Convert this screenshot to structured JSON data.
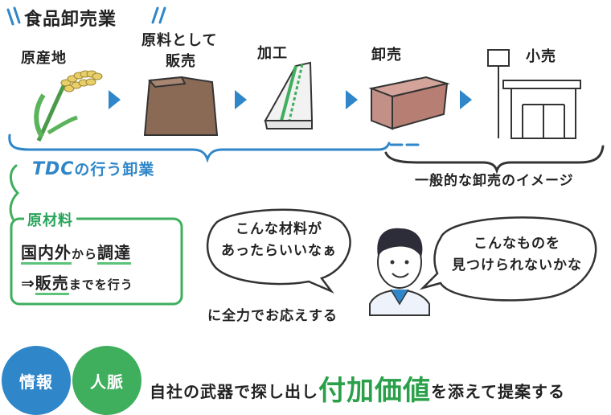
{
  "title": "食品卸売業",
  "stages": [
    {
      "label": "原産地",
      "icon": "rice-plant-icon"
    },
    {
      "label_line1": "原料として",
      "label_line2": "販売",
      "icon": "paper-bag-icon"
    },
    {
      "label": "加工",
      "icon": "sandwich-icon"
    },
    {
      "label": "卸売",
      "icon": "cardboard-box-icon"
    },
    {
      "label": "小売",
      "icon": "store-icon"
    }
  ],
  "general_caption": "一般的な卸売のイメージ",
  "tdc": {
    "brand": "TDC",
    "rest": "の行う卸業",
    "box_heading": "原材料",
    "line1_a": "国内外",
    "line1_b": "から",
    "line1_c": "調達",
    "line2_arrow": "⇒",
    "line2_a": "販売",
    "line2_b": "までを行う"
  },
  "bubble_left": {
    "line1": "こんな材料が",
    "line2": "あったらいいなぁ"
  },
  "bubble_right": {
    "line1": "こんなものを",
    "line2": "見つけられないかな"
  },
  "support_text": "に全力でお応えする",
  "circles": [
    "情報",
    "人脈"
  ],
  "bottom": {
    "pre": "自社の武器で探し出し",
    "big": "付加価値",
    "post": "を添えて提案する"
  },
  "colors": {
    "blue": "#2f86c8",
    "green": "#3fae5d"
  }
}
